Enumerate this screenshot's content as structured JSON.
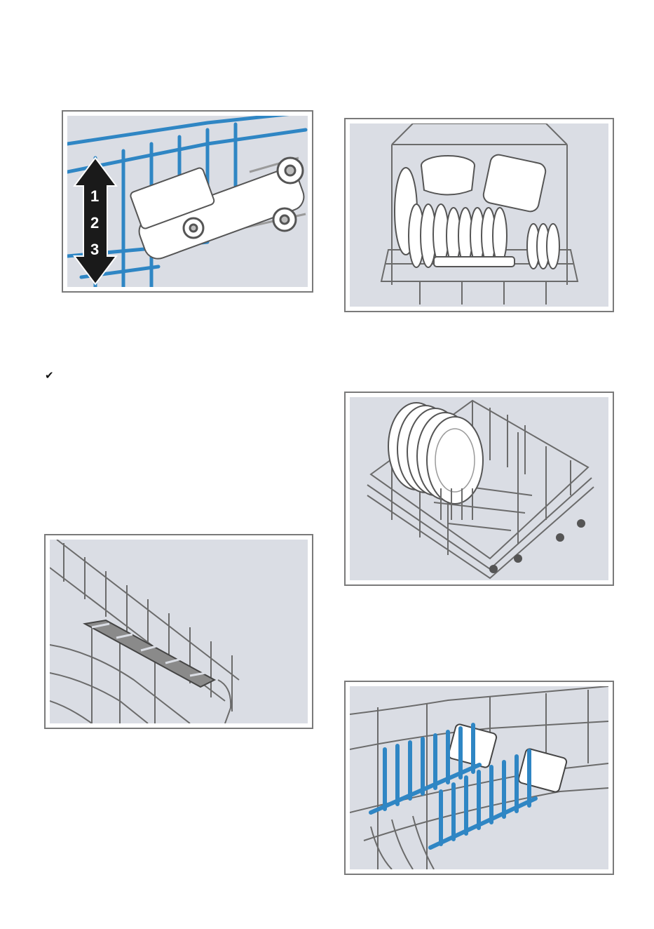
{
  "figures": {
    "basket_height": {
      "positions": [
        "1",
        "2",
        "3"
      ],
      "colors": {
        "wire": "#2f86c4",
        "arrow": "#1a1a1a",
        "panel": "#dadde4"
      }
    },
    "upper_basket_loaded": {
      "colors": {
        "wire": "#6b6b6b",
        "panel": "#dadde4"
      }
    },
    "folding_shelf": {
      "colors": {
        "shelf": "#8a8a8a",
        "panel": "#dadde4"
      }
    },
    "lower_basket_plates": {
      "colors": {
        "wire": "#6b6b6b",
        "plate": "#ffffff",
        "panel": "#dadde4"
      }
    },
    "plate_rack_tines": {
      "colors": {
        "tines": "#2f86c4",
        "panel": "#dadde4"
      }
    }
  },
  "icons": {
    "checkmark": "✔"
  }
}
